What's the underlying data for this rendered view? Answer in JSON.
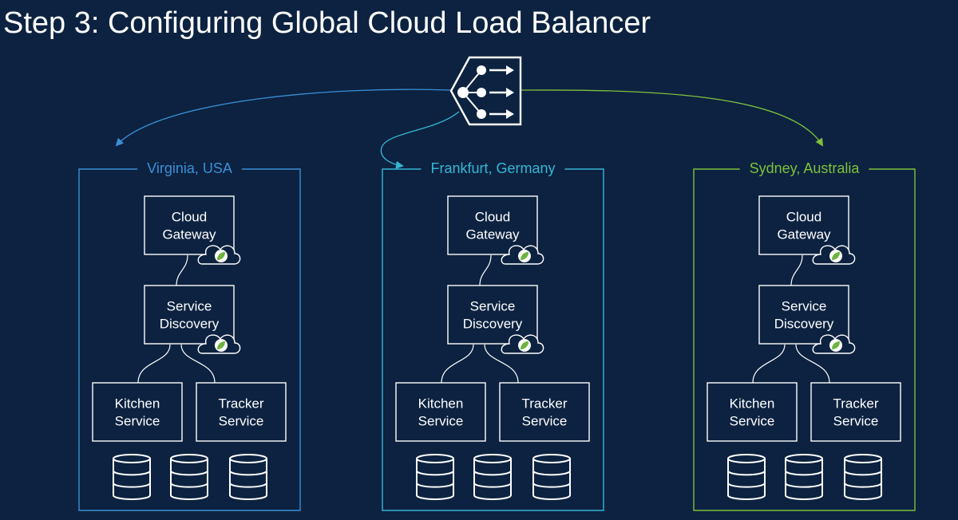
{
  "title": "Step 3: Configuring Global Cloud Load Balancer",
  "colors": {
    "background": "#0c2240",
    "virginia": "#3b8fd6",
    "frankfurt": "#35b6d4",
    "sydney": "#7fc03c",
    "node_border": "#ffffff",
    "spring_leaf": "#6db33f"
  },
  "load_balancer": {
    "icon": "load-balancer-icon"
  },
  "regions": [
    {
      "id": "virginia",
      "label": "Virginia, USA",
      "gateway": "Cloud\nGateway",
      "discovery": "Service\nDiscovery",
      "kitchen": "Kitchen\nService",
      "tracker": "Tracker\nService",
      "databases": 3
    },
    {
      "id": "frankfurt",
      "label": "Frankfurt, Germany",
      "gateway": "Cloud\nGateway",
      "discovery": "Service\nDiscovery",
      "kitchen": "Kitchen\nService",
      "tracker": "Tracker\nService",
      "databases": 3
    },
    {
      "id": "sydney",
      "label": "Sydney, Australia",
      "gateway": "Cloud\nGateway",
      "discovery": "Service\nDiscovery",
      "kitchen": "Kitchen\nService",
      "tracker": "Tracker\nService",
      "databases": 3
    }
  ]
}
